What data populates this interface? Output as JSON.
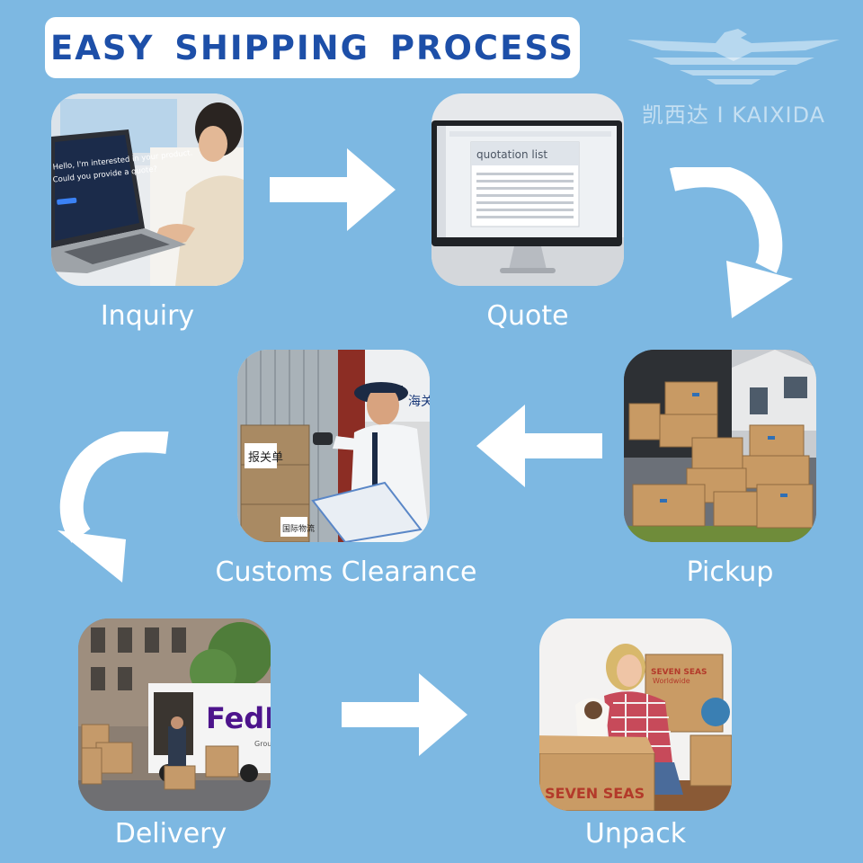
{
  "title": "EASY SHIPPING PROCESS",
  "logo": {
    "text": "凯西达 I KAIXIDA"
  },
  "steps": [
    {
      "label": "Inquiry",
      "screen_text": "Hello, I'm interested in your product. Could you provide a quote?"
    },
    {
      "label": "Quote",
      "screen_text": "quotation list"
    },
    {
      "label": "Pickup"
    },
    {
      "label": "Customs Clearance",
      "doc_text_1": "报关单",
      "doc_text_2": "国际物流",
      "sign_text": "海关"
    },
    {
      "label": "Delivery",
      "truck_text": "FedEx",
      "truck_sub": "Ground"
    },
    {
      "label": "Unpack",
      "box_text": "SEVEN SEAS",
      "box_text_2": "Worldwide"
    }
  ],
  "colors": {
    "background": "#7db8e2",
    "title": "#1d4fa8",
    "arrow": "#ffffff"
  }
}
